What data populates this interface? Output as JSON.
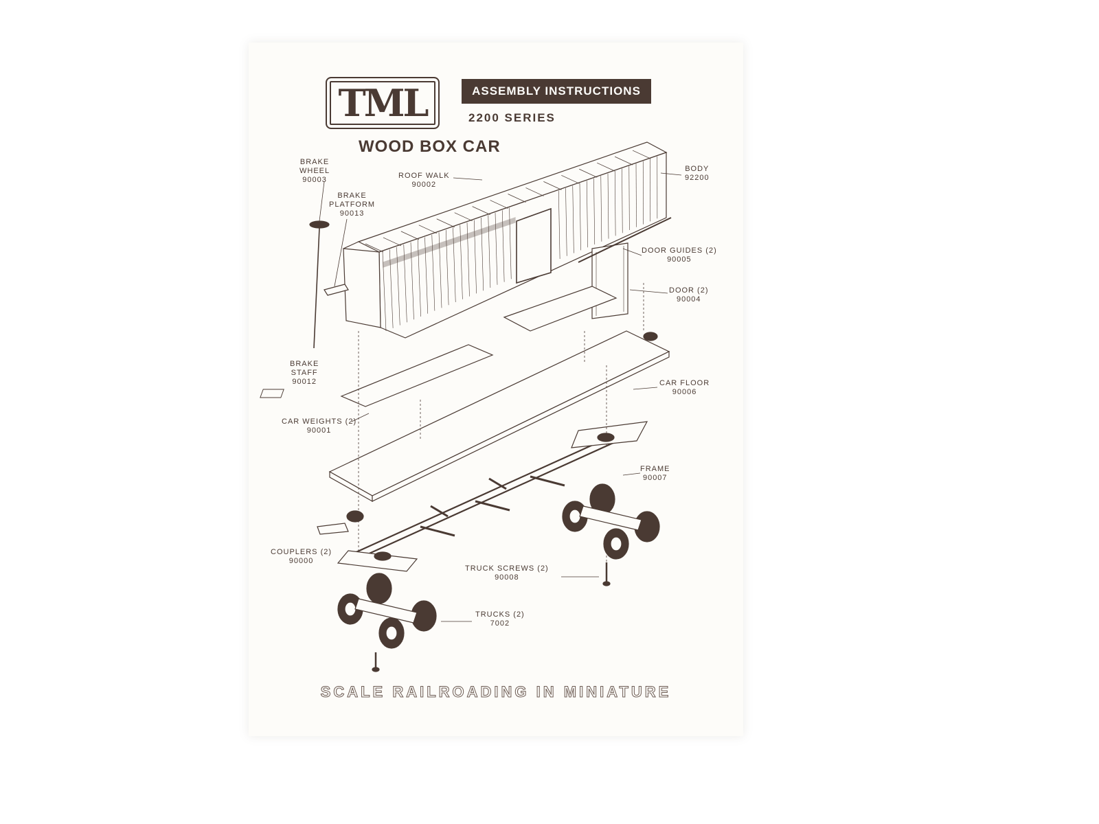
{
  "header": {
    "logo_text": "TML",
    "banner": "ASSEMBLY INSTRUCTIONS",
    "series": "2200 SERIES",
    "title": "WOOD BOX CAR"
  },
  "parts": [
    {
      "id": "brake-wheel",
      "name_lines": [
        "BRAKE",
        "WHEEL"
      ],
      "number": "90003"
    },
    {
      "id": "roof-walk",
      "name_lines": [
        "ROOF WALK"
      ],
      "number": "90002"
    },
    {
      "id": "brake-platform",
      "name_lines": [
        "BRAKE",
        "PLATFORM"
      ],
      "number": "90013"
    },
    {
      "id": "body",
      "name_lines": [
        "BODY"
      ],
      "number": "92200"
    },
    {
      "id": "door-guides",
      "name_lines": [
        "DOOR GUIDES (2)"
      ],
      "number": "90005"
    },
    {
      "id": "door",
      "name_lines": [
        "DOOR (2)"
      ],
      "number": "90004"
    },
    {
      "id": "brake-staff",
      "name_lines": [
        "BRAKE",
        "STAFF"
      ],
      "number": "90012"
    },
    {
      "id": "car-floor",
      "name_lines": [
        "CAR FLOOR"
      ],
      "number": "90006"
    },
    {
      "id": "car-weights",
      "name_lines": [
        "CAR WEIGHTS (2)"
      ],
      "number": "90001"
    },
    {
      "id": "frame",
      "name_lines": [
        "FRAME"
      ],
      "number": "90007"
    },
    {
      "id": "couplers",
      "name_lines": [
        "COUPLERS (2)"
      ],
      "number": "90000"
    },
    {
      "id": "truck-screws",
      "name_lines": [
        "TRUCK SCREWS (2)"
      ],
      "number": "90008"
    },
    {
      "id": "trucks",
      "name_lines": [
        "TRUCKS (2)"
      ],
      "number": "7002"
    }
  ],
  "footer": "SCALE RAILROADING IN MINIATURE",
  "colors": {
    "ink": "#4a3a33",
    "paper": "#fdfcf9"
  }
}
